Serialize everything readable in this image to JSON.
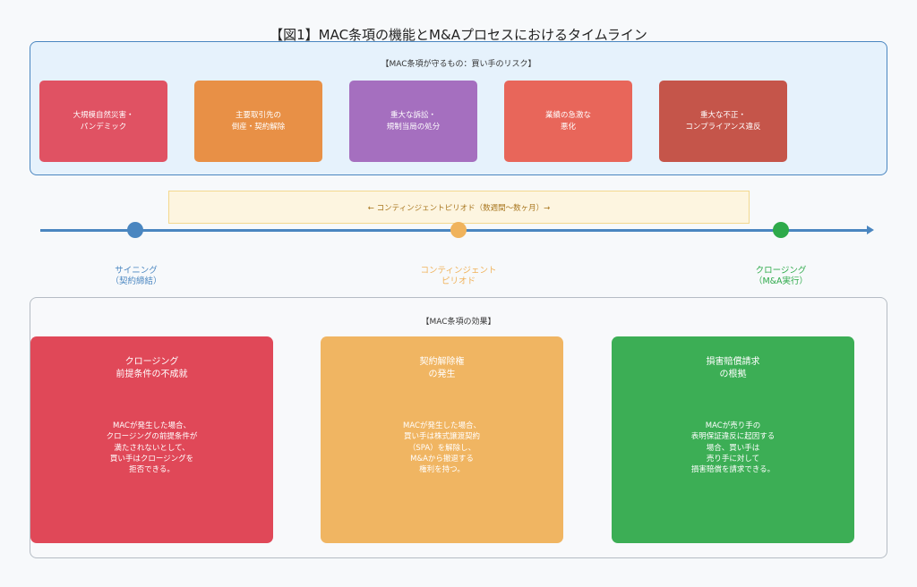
{
  "title": "【図1】MAC条項の機能とM&Aプロセスにおけるタイムライン",
  "risks": {
    "title": "【MAC条項が守るもの：買い手のリスク】",
    "items": [
      {
        "label": "大規模自然災害・\nパンデミック",
        "color": "#e05263"
      },
      {
        "label": "主要取引先の\n倒産・契約解除",
        "color": "#e89046"
      },
      {
        "label": "重大な訴訟・\n規制当局の処分",
        "color": "#a56fbf"
      },
      {
        "label": "業績の急激な\n悪化",
        "color": "#e8665a"
      },
      {
        "label": "重大な不正・\nコンプライアンス違反",
        "color": "#c5554a"
      }
    ]
  },
  "timeline": {
    "period_band": "← コンティンジェントピリオド（数週間〜数ヶ月）→",
    "points": [
      {
        "label": "サイニング\n（契約締結）",
        "color": "#4a86c0"
      },
      {
        "label": "コンティンジェント\nピリオド",
        "color": "#f0b35c"
      },
      {
        "label": "クロージング\n（M&A実行）",
        "color": "#2eaa4a"
      }
    ]
  },
  "effects": {
    "title": "【MAC条項の効果】",
    "items": [
      {
        "heading": "クロージング\n前提条件の不成就",
        "body": "MACが発生した場合、\nクロージングの前提条件が\n満たされないとして、\n買い手はクロージングを\n拒否できる。",
        "color": "#e04858"
      },
      {
        "heading": "契約解除権\nの発生",
        "body": "MACが発生した場合、\n買い手は株式譲渡契約\n（SPA）を解除し、\nM&Aから撤退する\n権利を持つ。",
        "color": "#f0b562"
      },
      {
        "heading": "損害賠償請求\nの根拠",
        "body": "MACが売り手の\n表明保証違反に起因する\n場合、買い手は\n売り手に対して\n損害賠償を請求できる。",
        "color": "#3cae55"
      }
    ]
  }
}
